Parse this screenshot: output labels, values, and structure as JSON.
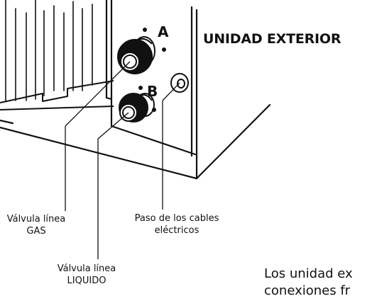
{
  "diagram": {
    "title": "UNIDAD EXTERIOR",
    "valve_a_letter": "A",
    "valve_b_letter": "B",
    "callouts": {
      "gas_line1": "Válvula línea",
      "gas_line2": "GAS",
      "cables_line1": "Paso de los cables",
      "cables_line2": "eléctricos",
      "liquido_line1": "Válvula línea",
      "liquido_line2": "LIQUIDO"
    },
    "note_line1": "Los unidad ex",
    "note_line2": "conexiones fr"
  }
}
